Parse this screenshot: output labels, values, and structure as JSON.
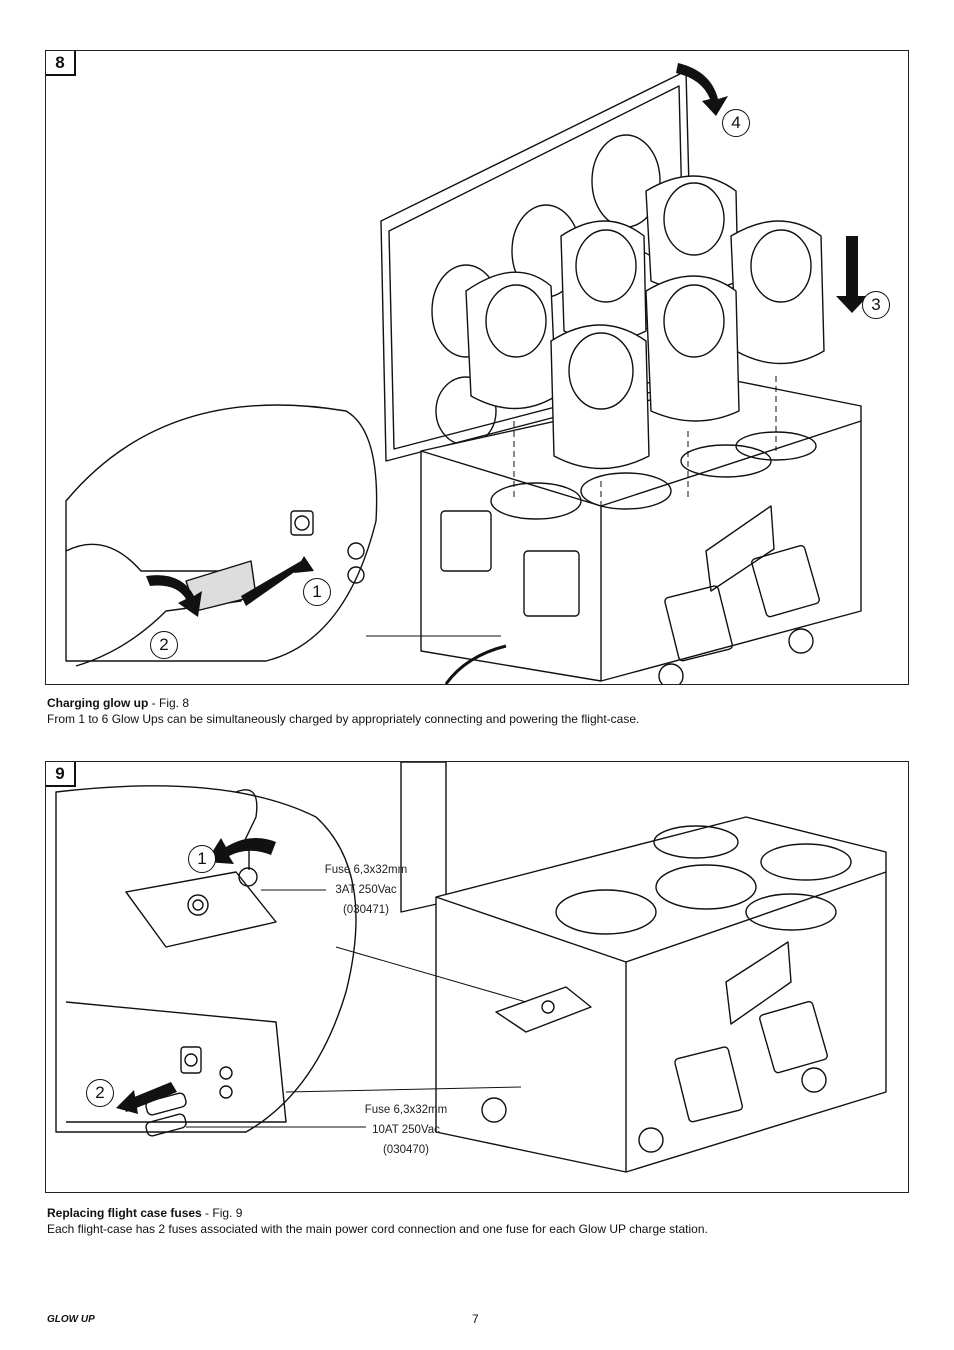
{
  "figure8": {
    "number": "8",
    "steps": [
      "1",
      "2",
      "3",
      "4"
    ],
    "caption_title": "Charging glow up",
    "caption_ref": " - Fig. 8",
    "caption_text": "From 1 to 6 Glow Ups can be simultaneously charged by appropriately connecting and powering the flight-case."
  },
  "figure9": {
    "number": "9",
    "steps": [
      "1",
      "2"
    ],
    "fuse_top": [
      "Fuse 6,3x32mm",
      "3AT 250Vac",
      "(030471)"
    ],
    "fuse_bottom": [
      "Fuse 6,3x32mm",
      "10AT 250Vac",
      "(030470)"
    ],
    "caption_title": "Replacing flight case fuses",
    "caption_ref": " - Fig. 9",
    "caption_text": "Each flight-case has 2 fuses associated with the main power cord connection and one fuse for each Glow UP charge station."
  },
  "footer": {
    "brand": "GLOW UP",
    "page_number": "7"
  }
}
